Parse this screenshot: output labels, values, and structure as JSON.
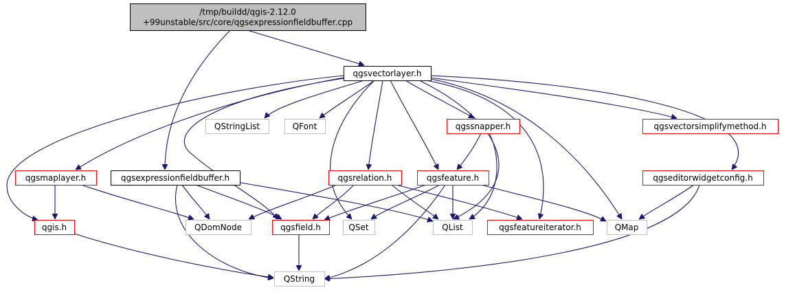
{
  "colors": {
    "edge": "#191970",
    "root_fill": "#bfbfbf",
    "documented_border": "#ff0000",
    "external_border": "#bfbfbf",
    "plain_border": "#000000",
    "text": "#000000"
  },
  "nodes": [
    {
      "id": "root",
      "lines": [
        "/tmp/buildd/qgis-2.12.0",
        "+99unstable/src/core/qgsexpressionfieldbuffer.cpp"
      ],
      "kind": "root"
    },
    {
      "id": "qgsvectorlayer",
      "lines": [
        "qgsvectorlayer.h"
      ],
      "kind": "plain"
    },
    {
      "id": "qstringlist",
      "lines": [
        "QStringList"
      ],
      "kind": "external"
    },
    {
      "id": "qfont",
      "lines": [
        "QFont"
      ],
      "kind": "external"
    },
    {
      "id": "qgssnapper",
      "lines": [
        "qgssnapper.h"
      ],
      "kind": "documented"
    },
    {
      "id": "qgsvectorsimplifymethod",
      "lines": [
        "qgsvectorsimplifymethod.h"
      ],
      "kind": "documented"
    },
    {
      "id": "qgsmaplayer",
      "lines": [
        "qgsmaplayer.h"
      ],
      "kind": "documented"
    },
    {
      "id": "qgsexpressionfieldbuffer",
      "lines": [
        "qgsexpressionfieldbuffer.h"
      ],
      "kind": "plain"
    },
    {
      "id": "qgsrelation",
      "lines": [
        "qgsrelation.h"
      ],
      "kind": "documented"
    },
    {
      "id": "qgsfeature",
      "lines": [
        "qgsfeature.h"
      ],
      "kind": "documented"
    },
    {
      "id": "qgseditorwidgetconfig",
      "lines": [
        "qgseditorwidgetconfig.h"
      ],
      "kind": "documented"
    },
    {
      "id": "qgis",
      "lines": [
        "qgis.h"
      ],
      "kind": "documented"
    },
    {
      "id": "qdomnode",
      "lines": [
        "QDomNode"
      ],
      "kind": "external"
    },
    {
      "id": "qgsfield",
      "lines": [
        "qgsfield.h"
      ],
      "kind": "documented"
    },
    {
      "id": "qset",
      "lines": [
        "QSet"
      ],
      "kind": "external"
    },
    {
      "id": "qlist",
      "lines": [
        "QList"
      ],
      "kind": "external"
    },
    {
      "id": "qgsfeatureiterator",
      "lines": [
        "qgsfeatureiterator.h"
      ],
      "kind": "documented"
    },
    {
      "id": "qmap",
      "lines": [
        "QMap"
      ],
      "kind": "external"
    },
    {
      "id": "qstring",
      "lines": [
        "QString"
      ],
      "kind": "external"
    }
  ],
  "edges": [
    {
      "from": "root",
      "to": "qgsvectorlayer"
    },
    {
      "from": "root",
      "to": "qgsexpressionfieldbuffer"
    },
    {
      "from": "qgsvectorlayer",
      "to": "qstringlist"
    },
    {
      "from": "qgsvectorlayer",
      "to": "qfont"
    },
    {
      "from": "qgsvectorlayer",
      "to": "qgssnapper"
    },
    {
      "from": "qgsvectorlayer",
      "to": "qgsvectorsimplifymethod"
    },
    {
      "from": "qgsvectorlayer",
      "to": "qgsmaplayer"
    },
    {
      "from": "qgsvectorlayer",
      "to": "qgsrelation"
    },
    {
      "from": "qgsvectorlayer",
      "to": "qgsfeature"
    },
    {
      "from": "qgsvectorlayer",
      "to": "qgseditorwidgetconfig"
    },
    {
      "from": "qgsvectorlayer",
      "to": "qgis"
    },
    {
      "from": "qgsvectorlayer",
      "to": "qgsfield"
    },
    {
      "from": "qgsvectorlayer",
      "to": "qset"
    },
    {
      "from": "qgsvectorlayer",
      "to": "qlist"
    },
    {
      "from": "qgsvectorlayer",
      "to": "qgsfeatureiterator"
    },
    {
      "from": "qgsvectorlayer",
      "to": "qmap"
    },
    {
      "from": "qgssnapper",
      "to": "qgsfeature"
    },
    {
      "from": "qgssnapper",
      "to": "qlist"
    },
    {
      "from": "qgsmaplayer",
      "to": "qgis"
    },
    {
      "from": "qgsmaplayer",
      "to": "qdomnode"
    },
    {
      "from": "qgsexpressionfieldbuffer",
      "to": "qdomnode"
    },
    {
      "from": "qgsexpressionfieldbuffer",
      "to": "qgsfield"
    },
    {
      "from": "qgsexpressionfieldbuffer",
      "to": "qlist"
    },
    {
      "from": "qgsexpressionfieldbuffer",
      "to": "qstring"
    },
    {
      "from": "qgsrelation",
      "to": "qdomnode"
    },
    {
      "from": "qgsrelation",
      "to": "qgsfield"
    },
    {
      "from": "qgsrelation",
      "to": "qlist"
    },
    {
      "from": "qgsrelation",
      "to": "qgsfeatureiterator"
    },
    {
      "from": "qgsfeature",
      "to": "qgsfield"
    },
    {
      "from": "qgsfeature",
      "to": "qset"
    },
    {
      "from": "qgsfeature",
      "to": "qlist"
    },
    {
      "from": "qgsfeature",
      "to": "qmap"
    },
    {
      "from": "qgsfeature",
      "to": "qstring"
    },
    {
      "from": "qgseditorwidgetconfig",
      "to": "qmap"
    },
    {
      "from": "qgseditorwidgetconfig",
      "to": "qstring"
    },
    {
      "from": "qgis",
      "to": "qstring"
    },
    {
      "from": "qgsfield",
      "to": "qstring"
    }
  ]
}
